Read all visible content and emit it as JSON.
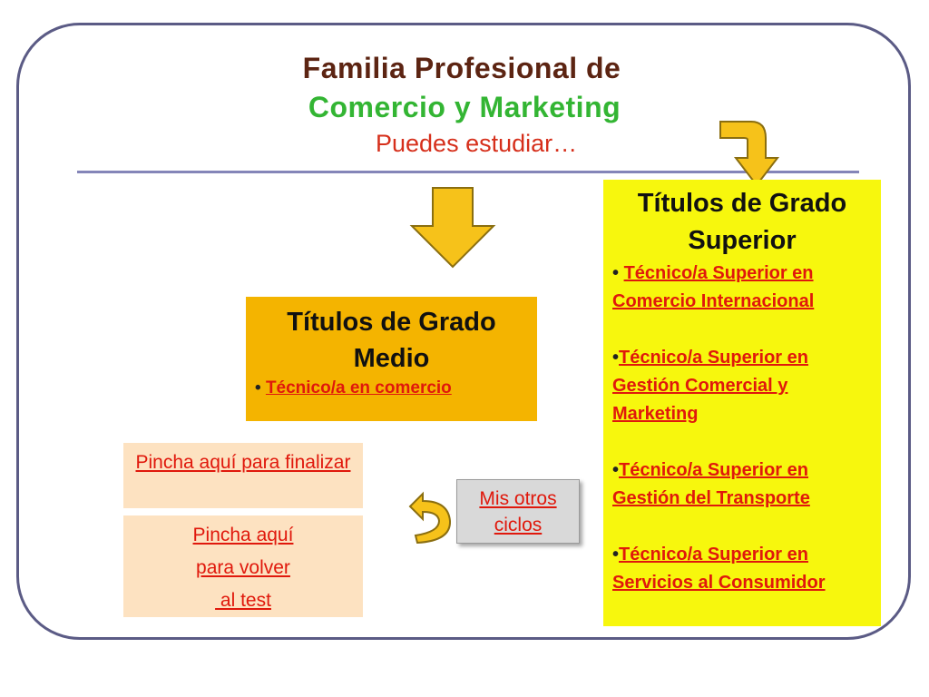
{
  "header": {
    "title_line1": "Familia Profesional de",
    "title_line2": "Comercio y Marketing",
    "subtitle": "Puedes estudiar…"
  },
  "grado_medio": {
    "title": "Títulos de Grado Medio",
    "bullet": "•",
    "items": [
      "Técnico/a en comercio"
    ]
  },
  "grado_superior": {
    "title": "Títulos de Grado Superior",
    "bullet": "•",
    "items": [
      "Técnico/a Superior en Comercio Internacional",
      "Técnico/a Superior en Gestión Comercial y Marketing",
      "Técnico/a Superior en Gestión del Transporte",
      "Técnico/a Superior en Servicios al Consumidor"
    ]
  },
  "links": {
    "finalizar": "Pincha aquí para finalizar",
    "volver_1": "Pincha aquí",
    "volver_2": "para volver",
    "volver_3": " al test",
    "otros_ciclos": "Mis otros ciclos"
  },
  "colors": {
    "arrow_fill": "#f6c21a",
    "box_medio": "#f4b400",
    "box_superior": "#f7f70d",
    "link": "#e0180c"
  },
  "icons": [
    "arrow-down-icon",
    "curved-arrow-down-icon",
    "curved-arrow-left-icon"
  ]
}
